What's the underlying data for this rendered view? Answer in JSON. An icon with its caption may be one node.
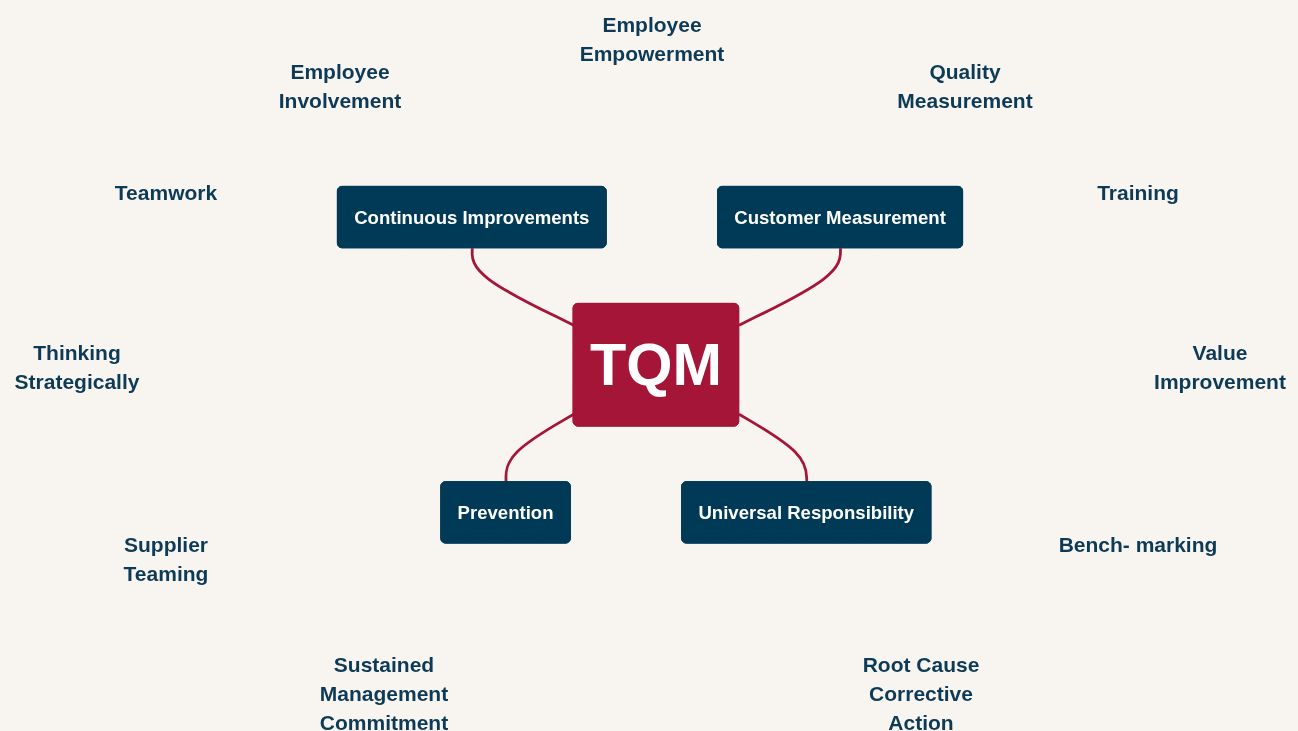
{
  "diagram": {
    "nodes": [
      {
        "text": [
          "Continuous Improvements"
        ]
      },
      {
        "text": [
          "Customer Measurement"
        ]
      },
      {
        "text": [
          "TQM"
        ]
      },
      {
        "text": [
          "Prevention"
        ]
      },
      {
        "text": [
          "Universal Responsibility"
        ]
      }
    ],
    "edges": [
      {
        "from": 0,
        "to": 2,
        "arrow": "none"
      },
      {
        "from": 1,
        "to": 2,
        "arrow": "none"
      },
      {
        "from": 2,
        "to": 3,
        "arrow": "none"
      },
      {
        "from": 2,
        "to": 4,
        "arrow": "none"
      }
    ],
    "labels": [
      "Employee Empowerment",
      "Employee Involvement",
      "Quality Measurement",
      "Teamwork",
      "Training",
      "Thinking Strategically",
      "Value Improvement",
      "Supplier Teaming",
      "Bench- marking",
      "Sustained Management Commitment",
      "Root Cause Corrective Action"
    ]
  }
}
